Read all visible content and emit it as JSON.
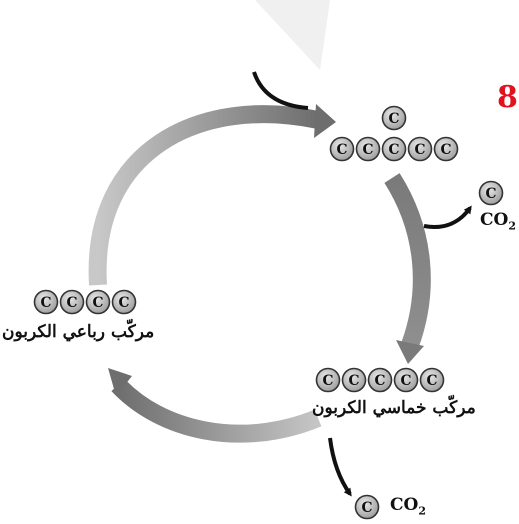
{
  "problem_number": "8",
  "atom_symbol": "C",
  "labels": {
    "four_carbon": "مركّب رباعي الكربون",
    "five_carbon": "مركّب خماسي الكربون",
    "co2_main": "CO",
    "co2_sub": "2"
  },
  "molecules": {
    "six_carbon_count": 6,
    "five_carbon_count": 5,
    "four_carbon_count": 4
  },
  "colors": {
    "arrow_gray": "#8a8a8a",
    "atom_fill": "#b8b8b8",
    "atom_stroke": "#333333",
    "number_red": "#e0141e"
  }
}
